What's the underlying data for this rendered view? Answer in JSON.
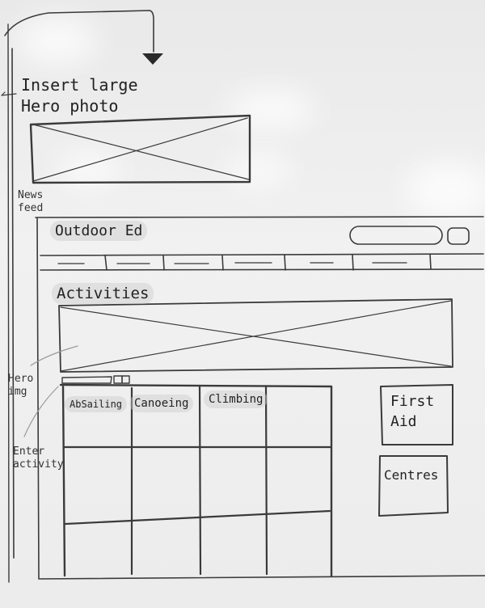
{
  "annotations": {
    "hero_instruction_line1": "Insert large",
    "hero_instruction_line2": "Hero photo",
    "news_feed_line1": "News",
    "news_feed_line2": "feed",
    "hero_img_line1": "Hero",
    "hero_img_line2": "img",
    "enter_activity_line1": "Enter",
    "enter_activity_line2": "activity"
  },
  "site": {
    "title": "Outdoor Ed",
    "nav_tab_count": 7
  },
  "section": {
    "title": "Activities"
  },
  "activities_grid": {
    "columns": [
      "AbSailing",
      "Canoeing",
      "Climbing",
      ""
    ]
  },
  "side_boxes": {
    "first_aid_line1": "First",
    "first_aid_line2": "Aid",
    "centres": "Centres"
  },
  "colors": {
    "ink": "#3a3a3a",
    "board": "#ececec"
  }
}
